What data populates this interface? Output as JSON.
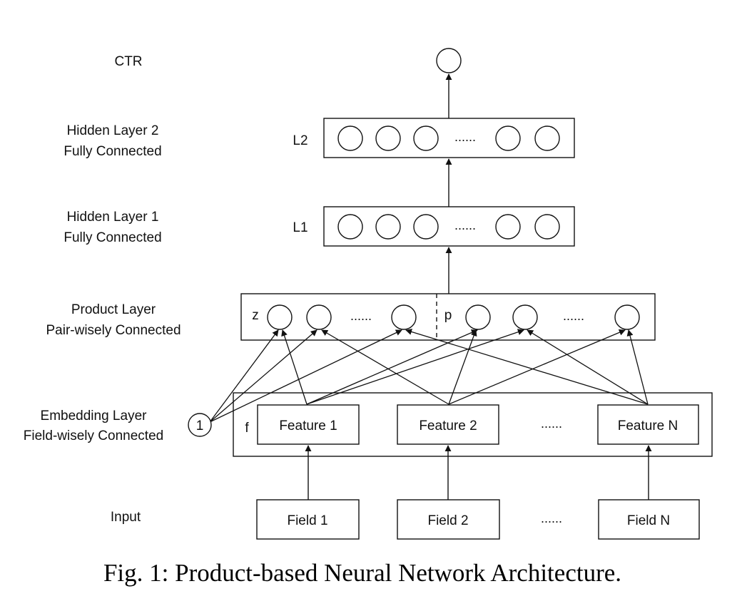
{
  "layer_labels": {
    "ctr": "CTR",
    "hidden2_line1": "Hidden Layer 2",
    "hidden2_line2": "Fully Connected",
    "hidden1_line1": "Hidden Layer 1",
    "hidden1_line2": "Fully Connected",
    "product_line1": "Product Layer",
    "product_line2": "Pair-wisely Connected",
    "embedding_line1": "Embedding Layer",
    "embedding_line2": "Field-wisely Connected",
    "input": "Input"
  },
  "layer_tags": {
    "l2": "L2",
    "l1": "L1",
    "z": "z",
    "p": "p",
    "f": "f",
    "bias": "1"
  },
  "ellipsis": "......",
  "features": [
    "Feature 1",
    "Feature 2",
    "Feature N"
  ],
  "fields": [
    "Field 1",
    "Field 2",
    "Field N"
  ],
  "caption": "Fig. 1: Product-based Neural Network Architecture."
}
